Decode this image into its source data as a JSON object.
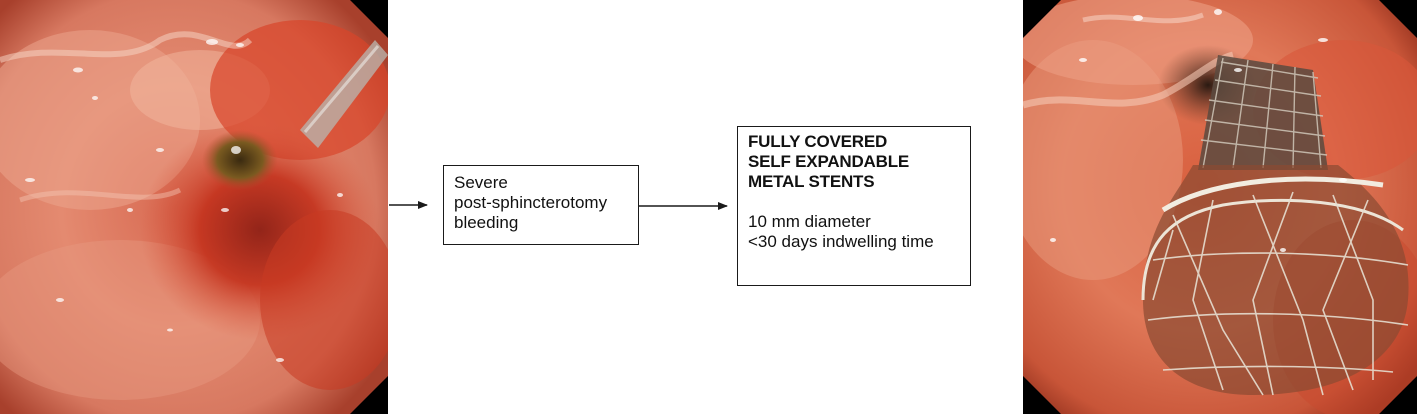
{
  "steps": [
    {
      "lines": [
        "Severe",
        "post-sphincterotomy",
        "bleeding"
      ]
    },
    {
      "title_lines": [
        "FULLY COVERED",
        "SELF EXPANDABLE",
        "METAL STENTS"
      ],
      "detail_lines": [
        "10 mm diameter",
        "<30 days indwelling time"
      ]
    }
  ],
  "photos": {
    "left": "endoscopic view of bleeding papilla",
    "right": "endoscopic view of deployed covered metal stent"
  },
  "colors": {
    "mucosa": "#e08a6e",
    "blood": "#c8321e",
    "stent_wire": "#e8e2d6",
    "line": "#1a1a1a"
  }
}
